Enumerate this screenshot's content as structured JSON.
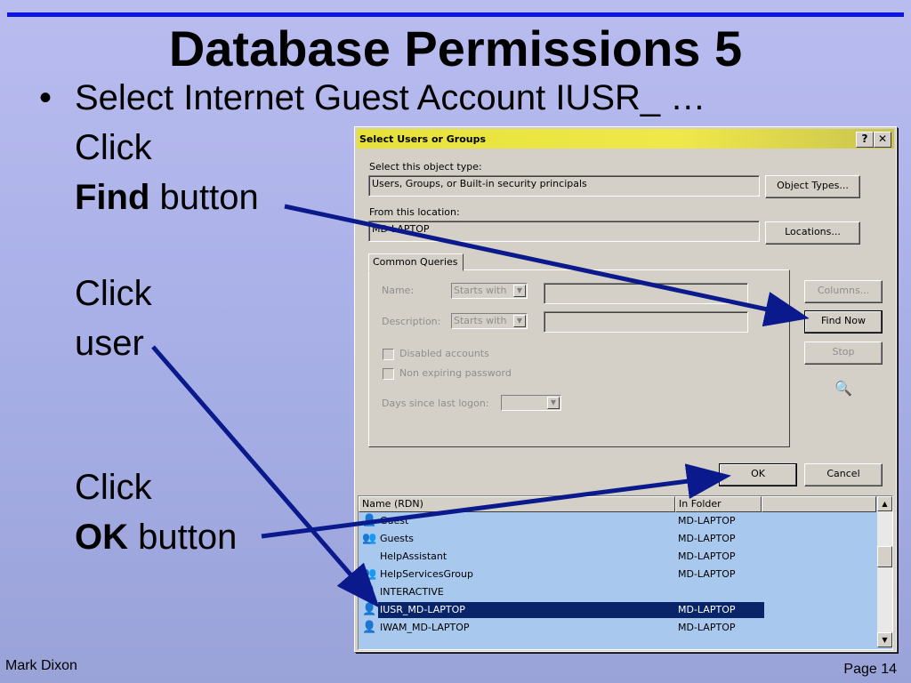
{
  "slide": {
    "title": "Database Permissions 5",
    "bullet_symbol": "•",
    "line1": "Select Internet Guest Account IUSR_ …",
    "step1": {
      "l1": "Click",
      "bold": "Find",
      "rest": " button"
    },
    "step2": {
      "l1": "Click",
      "l2": "user"
    },
    "step3": {
      "l1": "Click",
      "bold": "OK",
      "rest": " button"
    },
    "footer_author": "Mark Dixon",
    "footer_page": "Page 14",
    "accent_color": "#0a16e6",
    "arrow_color": "#0a1a8c"
  },
  "dialog": {
    "title": "Select Users or Groups",
    "help_btn": "?",
    "close_btn": "✕",
    "object_type_label": "Select this object type:",
    "object_type_value": "Users, Groups, or Built-in security principals",
    "object_types_btn": "Object Types...",
    "location_label": "From this location:",
    "location_value": "MD-LAPTOP",
    "locations_btn": "Locations...",
    "tab": "Common Queries",
    "name_label": "Name:",
    "name_combo": "Starts with",
    "desc_label": "Description:",
    "desc_combo": "Starts with",
    "disabled_accounts": "Disabled accounts",
    "non_expiring": "Non expiring password",
    "days_label": "Days since last logon:",
    "columns_btn": "Columns...",
    "find_now_btn": "Find Now",
    "stop_btn": "Stop",
    "ok_btn": "OK",
    "cancel_btn": "Cancel",
    "col_name": "Name (RDN)",
    "col_folder": "In Folder",
    "rows": [
      {
        "name": "Guest",
        "folder": "MD-LAPTOP",
        "icon": "user-icon"
      },
      {
        "name": "Guests",
        "folder": "MD-LAPTOP",
        "icon": "group-icon"
      },
      {
        "name": "HelpAssistant",
        "folder": "MD-LAPTOP",
        "icon": ""
      },
      {
        "name": "HelpServicesGroup",
        "folder": "MD-LAPTOP",
        "icon": "group-icon"
      },
      {
        "name": "INTERACTIVE",
        "folder": "",
        "icon": "user-icon"
      },
      {
        "name": "IUSR_MD-LAPTOP",
        "folder": "MD-LAPTOP",
        "icon": "user-icon",
        "selected": true
      },
      {
        "name": "IWAM_MD-LAPTOP",
        "folder": "MD-LAPTOP",
        "icon": "user-icon"
      }
    ]
  }
}
